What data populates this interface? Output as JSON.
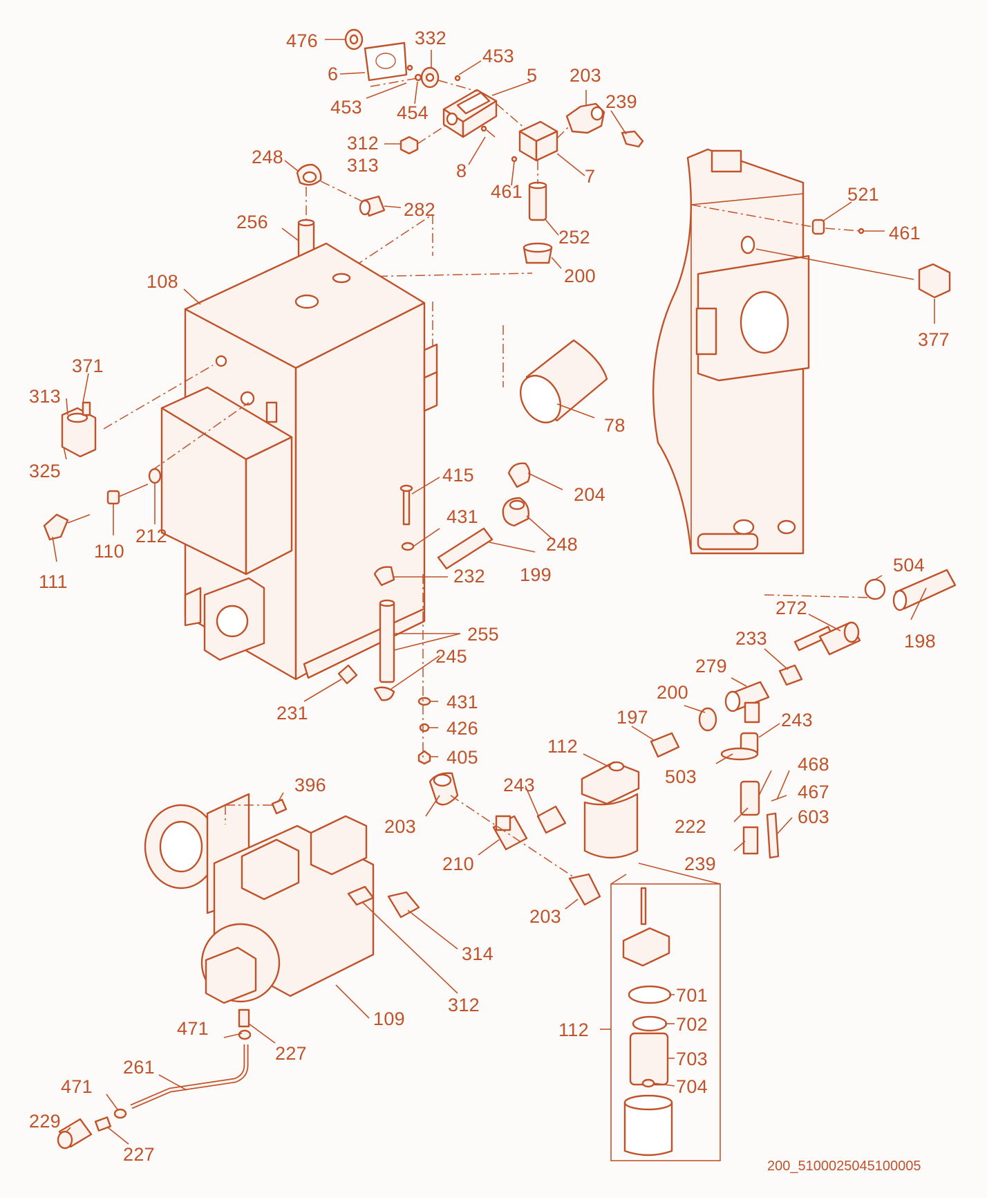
{
  "colors": {
    "line": "#c0522a",
    "background": "#fdfbf9"
  },
  "labels": {
    "l476": "476",
    "l6": "6",
    "l332": "332",
    "l453a": "453",
    "l453b": "453",
    "l454": "454",
    "l5": "5",
    "l203a": "203",
    "l239a": "239",
    "l312a": "312",
    "l313a": "313",
    "l8": "8",
    "l461a": "461",
    "l7": "7",
    "l248a": "248",
    "l282": "282",
    "l256": "256",
    "l252": "252",
    "l200a": "200",
    "l108": "108",
    "l521": "521",
    "l461b": "461",
    "l377": "377",
    "l371": "371",
    "l313b": "313",
    "l325": "325",
    "l78": "78",
    "l415": "415",
    "l204": "204",
    "l431a": "431",
    "l248b": "248",
    "l110": "110",
    "l212": "212",
    "l111": "111",
    "l232": "232",
    "l199": "199",
    "l255": "255",
    "l245": "245",
    "l231": "231",
    "l431b": "431",
    "l426": "426",
    "l405": "405",
    "l504": "504",
    "l272": "272",
    "l198": "198",
    "l233": "233",
    "l279": "279",
    "l200b": "200",
    "l197": "197",
    "l243a": "243",
    "l112a": "112",
    "l503": "503",
    "l468": "468",
    "l467": "467",
    "l603": "603",
    "l243b": "243",
    "l222": "222",
    "l239b": "239",
    "l396": "396",
    "l203b": "203",
    "l210": "210",
    "l203c": "203",
    "l314": "314",
    "l312b": "312",
    "l109": "109",
    "l471a": "471",
    "l227a": "227",
    "l261": "261",
    "l471b": "471",
    "l229": "229",
    "l227b": "227",
    "l701": "701",
    "l702": "702",
    "l703": "703",
    "l704": "704",
    "l112b": "112"
  },
  "drawing_code": "200_5100025045100005"
}
